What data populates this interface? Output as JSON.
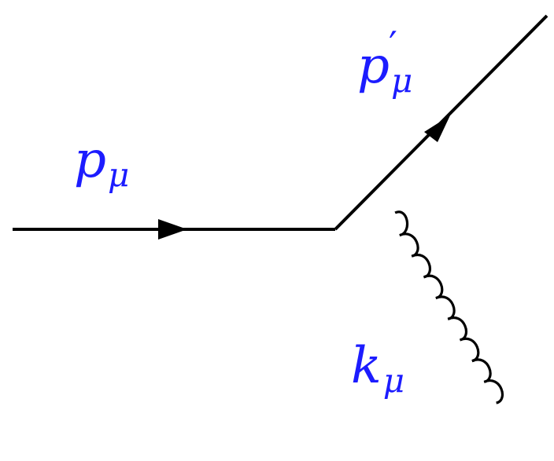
{
  "diagram": {
    "incoming_momentum": {
      "symbol": "p",
      "subscript": "μ"
    },
    "outgoing_momentum": {
      "symbol": "p",
      "prime": "′",
      "subscript": "μ"
    },
    "photon_momentum": {
      "symbol": "k",
      "subscript": "μ"
    },
    "colors": {
      "label_color": "#1c1cff",
      "line_color": "#000000"
    }
  }
}
